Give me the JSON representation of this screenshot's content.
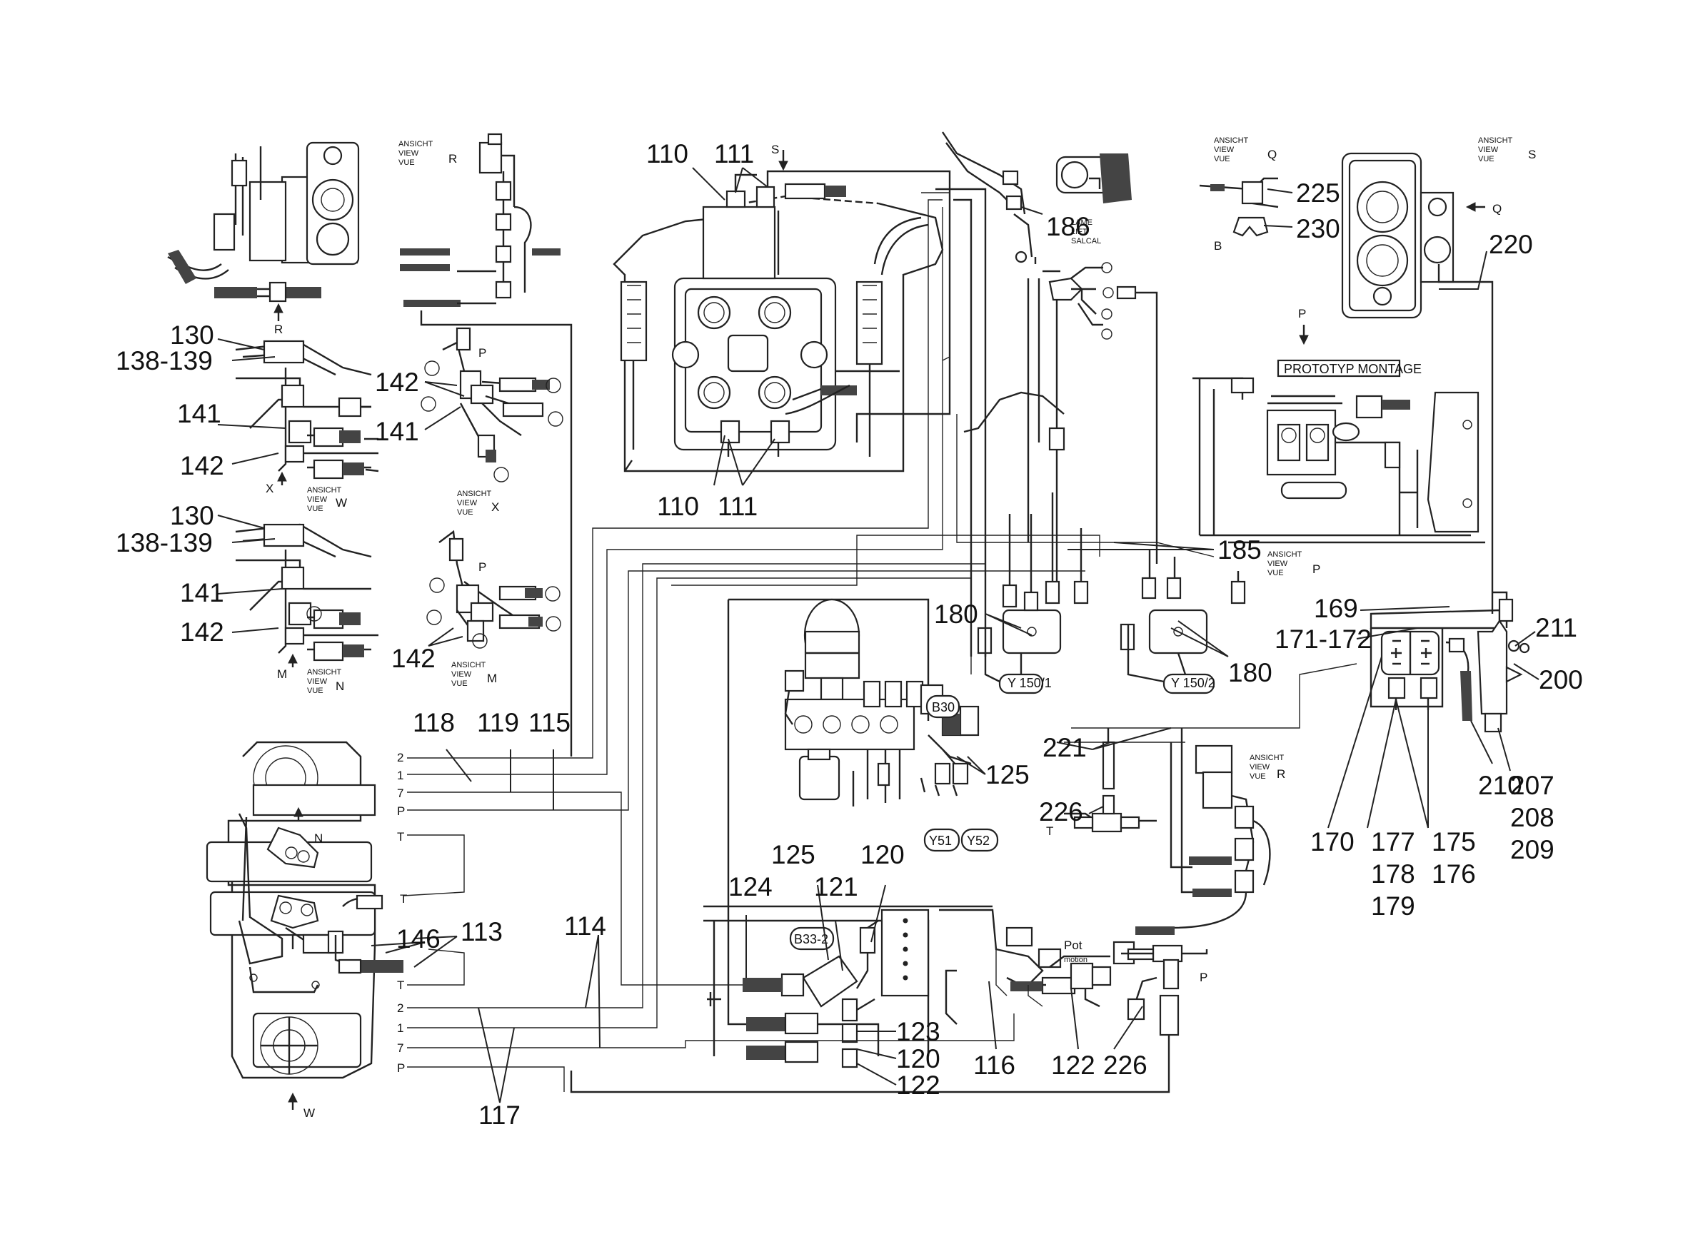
{
  "labels": {
    "l110a": "110",
    "l111a": "111",
    "l186": "186",
    "l225": "225",
    "l230": "230",
    "l220": "220",
    "l130a": "130",
    "l138a": "138-139",
    "l142a": "142",
    "l141a": "141",
    "l141b": "141",
    "l142b": "142",
    "l110b": "110",
    "l111b": "111",
    "l130b": "130",
    "l138b": "138-139",
    "l141c": "141",
    "l142c": "142",
    "l142d": "142",
    "l185": "185",
    "l180a": "180",
    "l180b": "180",
    "l169": "169",
    "l171": "171-172",
    "l211": "211",
    "l200": "200",
    "l118": "118",
    "l119": "119",
    "l115": "115",
    "l221": "221",
    "l125a": "125",
    "l226a": "226",
    "l210": "210",
    "l207": "207",
    "l208": "208",
    "l209": "209",
    "l170": "170",
    "l177": "177",
    "l178": "178",
    "l179": "179",
    "l175": "175",
    "l176": "176",
    "l125b": "125",
    "l120a": "120",
    "l124": "124",
    "l121": "121",
    "l146": "146",
    "l113": "113",
    "l114": "114",
    "l123": "123",
    "l120b": "120",
    "l122a": "122",
    "l116": "116",
    "l122b": "122",
    "l226b": "226",
    "l117": "117"
  },
  "boxes": {
    "b30": "B30",
    "b33": "B33-2",
    "y51": "Y51",
    "y52": "Y52",
    "y150_1": "Y 150/1",
    "y150_2": "Y 150/2",
    "prototyp": "PROTOTYP MONTAGE"
  },
  "ports": {
    "upper": [
      "2",
      "1",
      "7",
      "P",
      "T"
    ],
    "lower": [
      "T",
      "2",
      "1",
      "7",
      "P"
    ],
    "t_left": "T",
    "t_mid": "T",
    "p_right": "P",
    "p_top": "P",
    "p_left": "P",
    "r_top": "R",
    "r_arrow": "R",
    "s_top": "S",
    "s_right": "S",
    "q_top": "Q",
    "q_arrow": "Q",
    "b_label": "B",
    "x_arrow": "X",
    "x_view": "X",
    "w_view": "W",
    "w_arrow": "W",
    "m_arrow": "M",
    "n_view": "N",
    "m_view": "M",
    "p_view": "P",
    "r_view": "R",
    "n_arrow": "N",
    "p_valve": "P"
  },
  "view_texts": {
    "ansicht": "ANSICHT",
    "view": "VIEW",
    "vue": "VUE",
    "lame": "LAME",
    "lift": "LIFT",
    "salcal": "SALCAL",
    "pot": "Pot",
    "motion": "motion"
  },
  "colors": {
    "line": "#222222",
    "background": "#ffffff"
  }
}
